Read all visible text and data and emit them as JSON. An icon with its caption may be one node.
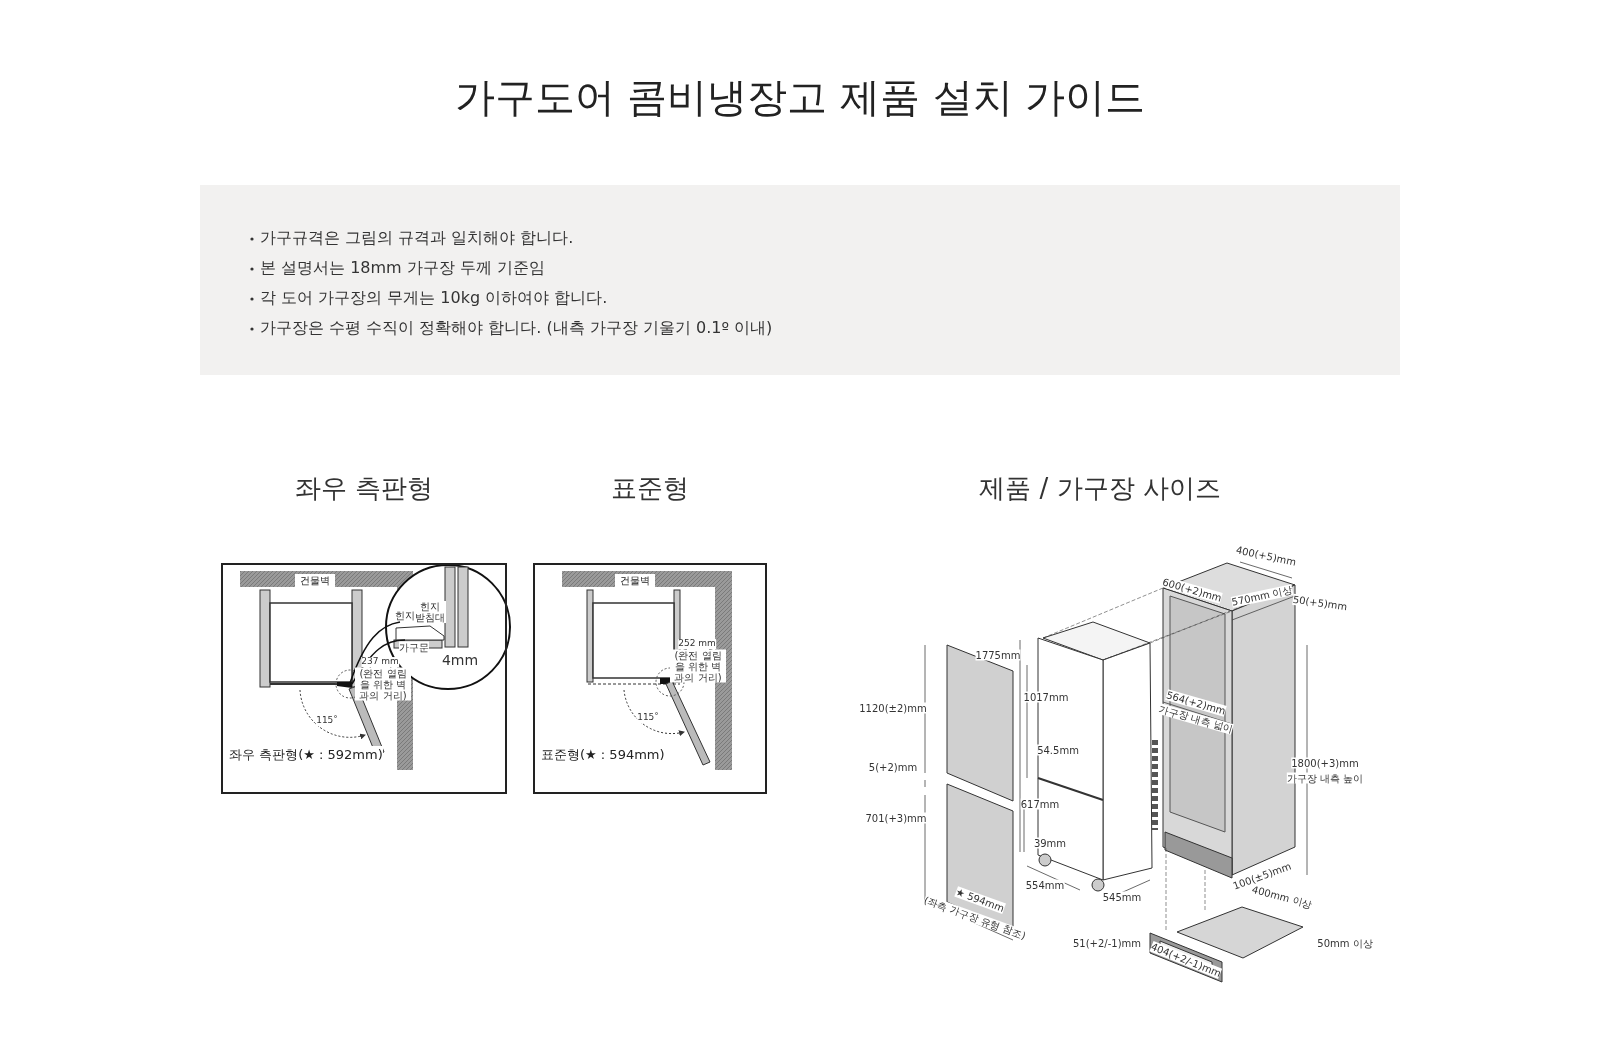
{
  "diagram": {
    "title": "가구도어 콤비냉장고 제품 설치 가이드",
    "nodes": [
      {
        "text": [
          "가구규격은 그림의 규격과 일치해야 합니다.",
          "본 설명서는 18mm 가구장 두께 기준임",
          "각 도어 가구장의 무게는 10kg 이하여야 합니다.",
          "가구장은 수평 수직이 정확해야 합니다. (내측 가구장 기울기 0.1º 이내)"
        ]
      },
      {
        "text": [
          "좌우 측판형(★ : 592mm)"
        ]
      },
      {
        "text": [
          "표준형(★ : 594mm)"
        ]
      },
      {
        "text": [
          "건물벽"
        ],
        "in": 1
      },
      {
        "text": [
          "건물벽"
        ],
        "in": 2
      }
    ],
    "labels": [
      "좌우 측판형",
      "힌지",
      "힌지 받침대",
      "가구문",
      "4mm",
      "237 mm",
      "(완전 열림을 위한 벽과의 거리)",
      "115˚",
      "표준형",
      "252 mm",
      "(완전 열림을 위한 벽과의 거리)",
      "115˚",
      "제품 / 가구장 사이즈",
      "400(+5)mm",
      "600(+2)mm",
      "570mm 이상",
      "50(+5)mm",
      "1775mm",
      "1120(±2)mm",
      "1017mm",
      "564(+2)mm",
      "가구장 내측 넓이",
      "54.5mm",
      "5(+2)mm",
      "1800(+3)mm",
      "가구장 내측 높이",
      "701(+3)mm",
      "617mm",
      "39mm",
      "100(±5)mm",
      "554mm",
      "545mm",
      "★ 594mm",
      "(좌측 가구장 유형 참조)",
      "400mm 이상",
      "50mm 이상",
      "51(+2/-1)mm",
      "404(+2/-1)mm"
    ]
  }
}
